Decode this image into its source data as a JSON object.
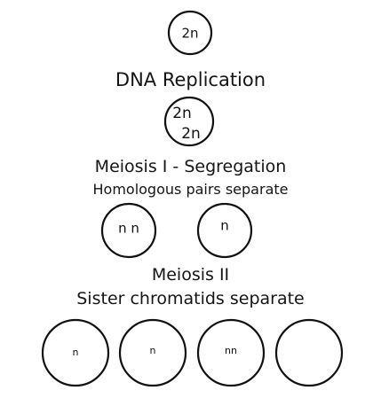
{
  "stages": {
    "parent_cell": {
      "text": "2n"
    },
    "replication": {
      "label": "DNA Replication",
      "cell_top": "2n",
      "cell_bottom": "2n"
    },
    "meiosis_1": {
      "label": "Meiosis I - Segregation",
      "sublabel": "Homologous pairs separate",
      "cells": [
        {
          "text": "n n"
        },
        {
          "text": "n"
        }
      ]
    },
    "meiosis_2": {
      "label": "Meiosis II",
      "sublabel": "Sister chromatids separate",
      "cells": [
        {
          "text": "n"
        },
        {
          "text": "n"
        },
        {
          "text": "nn"
        },
        {
          "text": ""
        }
      ]
    }
  },
  "colors": {
    "stroke": "#111111",
    "background": "#ffffff",
    "text": "#151515"
  }
}
